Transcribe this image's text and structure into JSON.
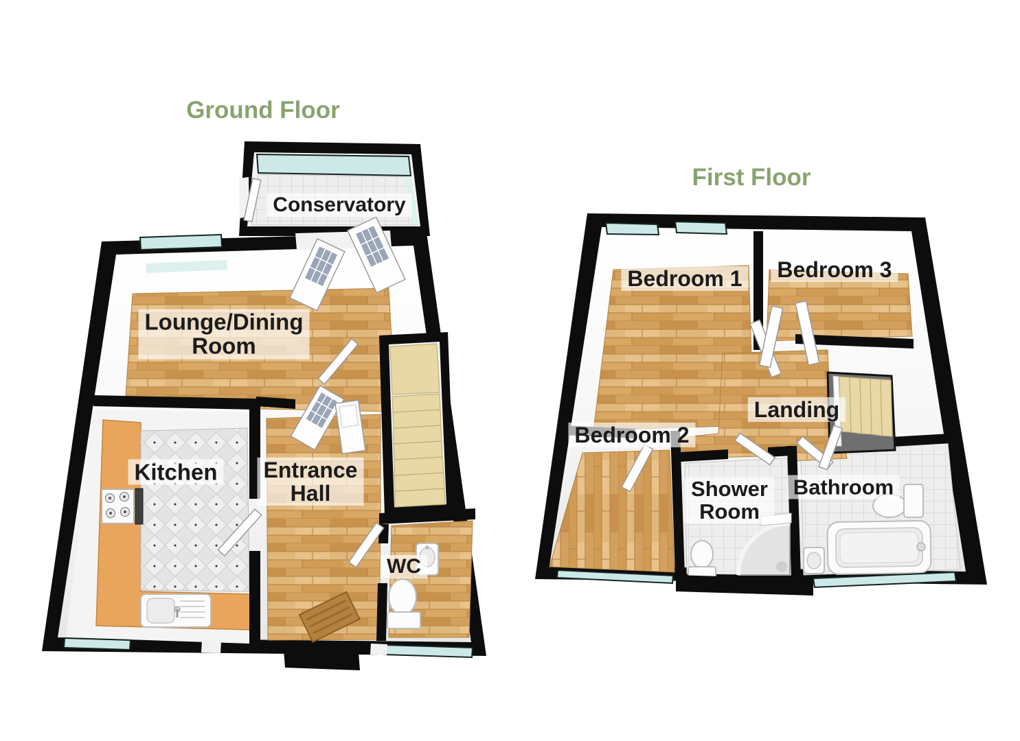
{
  "page": {
    "background": "#ffffff"
  },
  "colors": {
    "title-green": "#8aa36f",
    "wall-black": "#0d0d0d",
    "label-text": "#1b1b1b",
    "label-bg": "rgba(255,255,255,0.66)",
    "glass-teal": "#cde9e7",
    "wood-base": "#d7a766",
    "kitchen-counter": "#eaa55c",
    "stair-beige": "#e7d8a6",
    "stairwell-gray": "#6f6f6f",
    "tile-gray": "#e9e9e9"
  },
  "ground_floor": {
    "title": "Ground Floor",
    "rooms": [
      {
        "id": "conservatory",
        "label": "Conservatory"
      },
      {
        "id": "lounge-dining-room",
        "label": "Lounge/Dining\nRoom"
      },
      {
        "id": "kitchen",
        "label": "Kitchen"
      },
      {
        "id": "entrance-hall",
        "label": "Entrance\nHall"
      },
      {
        "id": "wc",
        "label": "WC"
      }
    ]
  },
  "first_floor": {
    "title": "First Floor",
    "rooms": [
      {
        "id": "bedroom-1",
        "label": "Bedroom 1"
      },
      {
        "id": "bedroom-3",
        "label": "Bedroom 3"
      },
      {
        "id": "bedroom-2",
        "label": "Bedroom 2"
      },
      {
        "id": "landing",
        "label": "Landing"
      },
      {
        "id": "shower-room",
        "label": "Shower\nRoom"
      },
      {
        "id": "bathroom",
        "label": "Bathroom"
      }
    ]
  }
}
